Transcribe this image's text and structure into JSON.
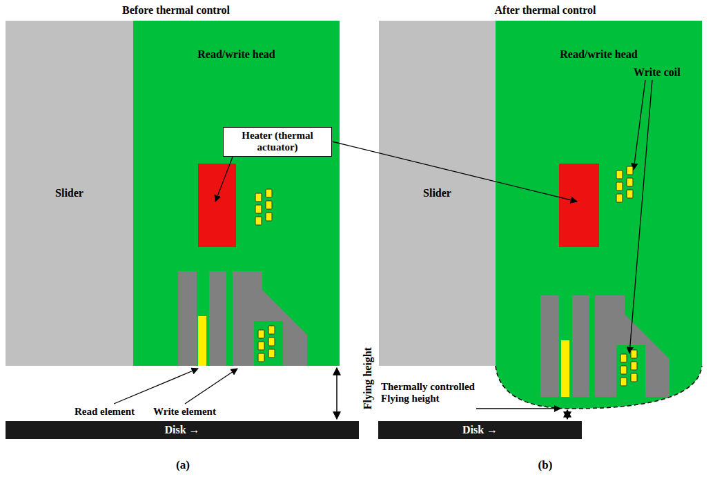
{
  "diagram": {
    "nodes": [
      {
        "text": [
          "Slider"
        ]
      },
      {
        "text": [
          "Read/write head"
        ]
      },
      {
        "text": [
          "Disk →"
        ]
      },
      {
        "text": [
          "Heater (thermal actuator)"
        ]
      },
      {
        "text": [
          "Slider"
        ]
      },
      {
        "text": [
          "Read/write head"
        ]
      },
      {
        "text": [
          "Disk →"
        ]
      }
    ],
    "labels": [
      "Before thermal control",
      "After thermal control",
      "Write coil",
      "Read element",
      "Write element",
      "Flying height",
      "Thermally controlled Flying height",
      "(a)",
      "(b)"
    ]
  }
}
